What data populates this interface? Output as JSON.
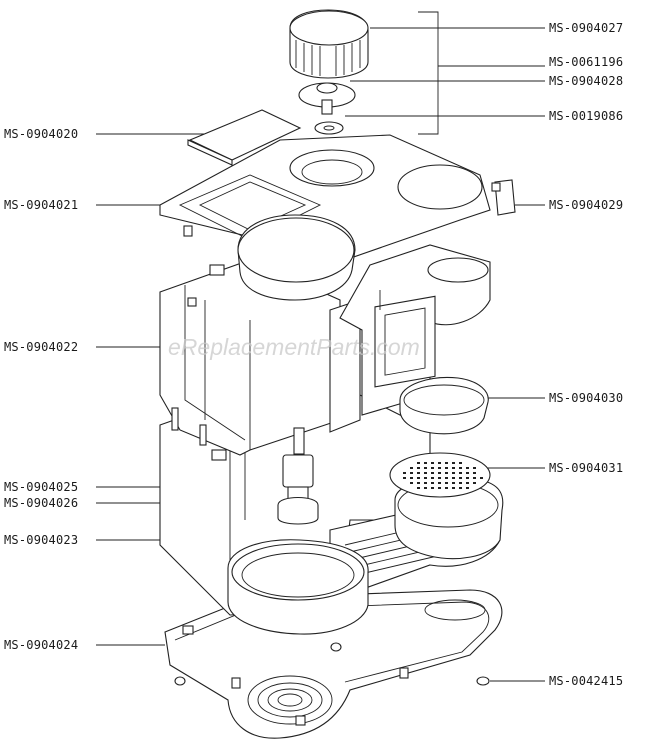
{
  "watermark": "eReplacementParts.com",
  "callouts": {
    "p0904027": "MS-0904027",
    "p0061196": "MS-0061196",
    "p0904028": "MS-0904028",
    "p0019086": "MS-0019086",
    "p0904020": "MS-0904020",
    "p0904021": "MS-0904021",
    "p0904029": "MS-0904029",
    "p0904022": "MS-0904022",
    "p0904030": "MS-0904030",
    "p0904031": "MS-0904031",
    "p0904025": "MS-0904025",
    "p0904026": "MS-0904026",
    "p0904023": "MS-0904023",
    "p0904024": "MS-0904024",
    "p0042415": "MS-0042415"
  }
}
